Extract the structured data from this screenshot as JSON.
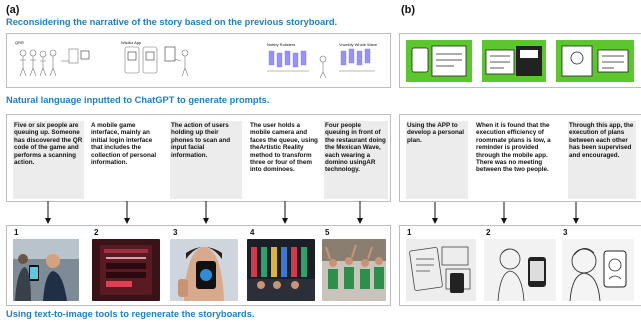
{
  "panel_a": {
    "label": "(a)",
    "heading_top": "Reconsidering the narrative of the story based on the previous storyboard.",
    "sketches": [
      {
        "caption": "QRR"
      },
      {
        "caption": "WizAlz App"
      },
      {
        "caption": "Nobby Rollsters"
      },
      {
        "caption": "Vrumbly Whole Wave"
      }
    ],
    "heading_mid": "Natural language inputted to ChatGPT to generate prompts.",
    "prompts": [
      "Five or six people are queuing up. Someone has discovered the QR code of the game and performs a scanning action.",
      "A mobile game interface, mainly an initial login interface that includes the collection of personal information.",
      "The action of users holding up their phones to scan and input facial information.",
      "The user holds a mobile camera and faces the queue, using theArtistic Reality method to transform three or four of them into dominoes.",
      "Four people queuing in front of the restaurant doing the Mexican Wave, each wearing a domino usingAR technology."
    ],
    "frame_numbers": [
      "1",
      "2",
      "3",
      "4",
      "5"
    ],
    "heading_bottom": "Using text-to-image tools to regenerate the storyboards."
  },
  "panel_b": {
    "label": "(b)",
    "prompts": [
      "Using the APP to develop a personal plan.",
      "When it is found that the execution efficiency of roommate plans is low, a reminder is provided through the mobile app. There was no meeting between the two people.",
      "Through this app, the execution of plans between each other has been supervised and encouraged."
    ],
    "frame_numbers": [
      "1",
      "2",
      "3"
    ]
  },
  "colors": {
    "heading_blue": "#1f7fc4",
    "sketch_green": "#5cc62d",
    "sketch_purple": "#6c63ff"
  }
}
